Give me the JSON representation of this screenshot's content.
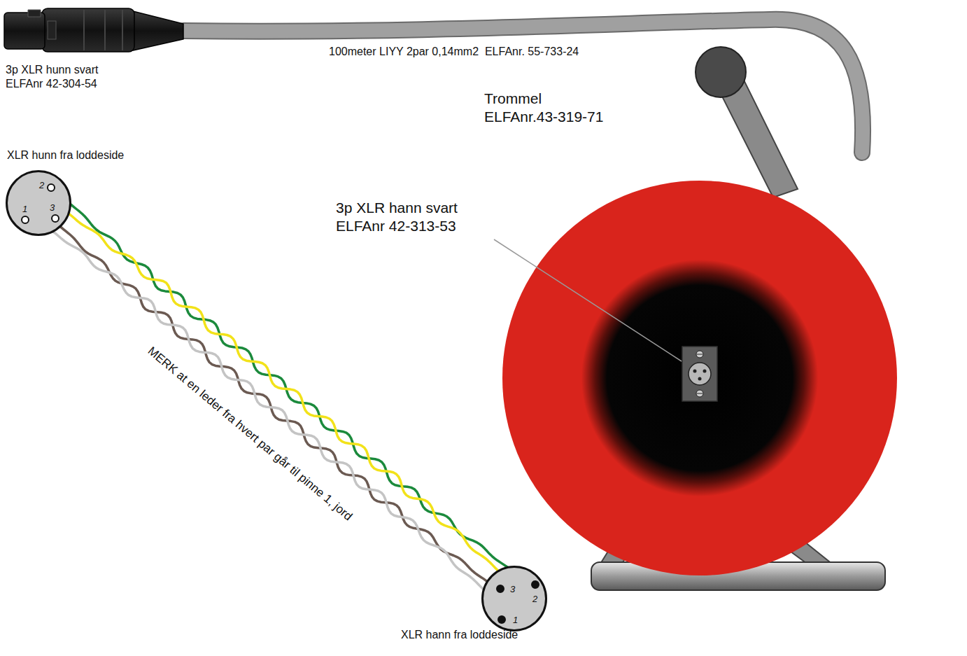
{
  "diagram": {
    "nodes": [
      {
        "text": [
          "XLR hunn fra loddeside",
          "2",
          "1",
          "3"
        ]
      },
      {
        "text": [
          "3",
          "2",
          "1",
          "XLR hann fra loddeside"
        ]
      }
    ],
    "edges": [
      {
        "from": 0,
        "to": 1,
        "arrow": "none"
      },
      {
        "from": 0,
        "to": 1,
        "arrow": "none"
      },
      {
        "from": 0,
        "to": 1,
        "arrow": "none"
      },
      {
        "from": 0,
        "to": 1,
        "arrow": "none"
      }
    ],
    "labels": [
      "3p XLR hunn svart",
      "ELFAnr 42-304-54",
      "100meter LIYY 2par 0,14mm2  ELFAnr. 55-733-24",
      "Trommel",
      "ELFAnr.43-319-71",
      "3p XLR hann svart",
      "ELFAnr 42-313-53",
      "MERK at en leder fra hvert par går til pinne 1, jord"
    ]
  }
}
